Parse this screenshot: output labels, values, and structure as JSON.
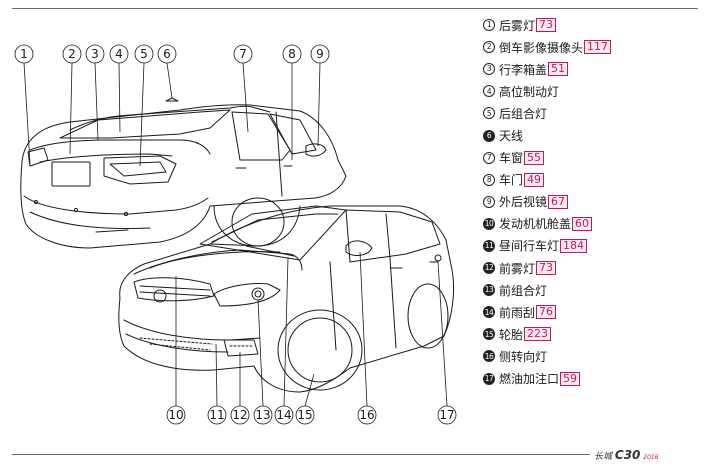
{
  "legend": [
    {
      "number": "1",
      "label": "后雾灯",
      "page": "73"
    },
    {
      "number": "2",
      "label": "倒车影像摄像头",
      "page": "117"
    },
    {
      "number": "3",
      "label": "行李箱盖",
      "page": "51"
    },
    {
      "number": "4",
      "label": "高位制动灯",
      "page": ""
    },
    {
      "number": "5",
      "label": "后组合灯",
      "page": ""
    },
    {
      "number": "6",
      "label": "天线",
      "page": ""
    },
    {
      "number": "7",
      "label": "车窗",
      "page": "55"
    },
    {
      "number": "8",
      "label": "车门",
      "page": "49"
    },
    {
      "number": "9",
      "label": "外后视镜",
      "page": "67"
    },
    {
      "number": "10",
      "label": "发动机机舱盖",
      "page": "60"
    },
    {
      "number": "11",
      "label": "昼间行车灯",
      "page": "184"
    },
    {
      "number": "12",
      "label": "前雾灯",
      "page": "73"
    },
    {
      "number": "13",
      "label": "前组合灯",
      "page": ""
    },
    {
      "number": "14",
      "label": "前雨刮",
      "page": "76"
    },
    {
      "number": "15",
      "label": "轮胎",
      "page": "223"
    },
    {
      "number": "16",
      "label": "侧转向灯",
      "page": ""
    },
    {
      "number": "17",
      "label": "燃油加注口",
      "page": "59"
    }
  ],
  "footer": {
    "brand": "长城",
    "model": "C30",
    "year": "2016"
  },
  "colors": {
    "accent": "#c2185b",
    "line": "#1a1a1a"
  }
}
